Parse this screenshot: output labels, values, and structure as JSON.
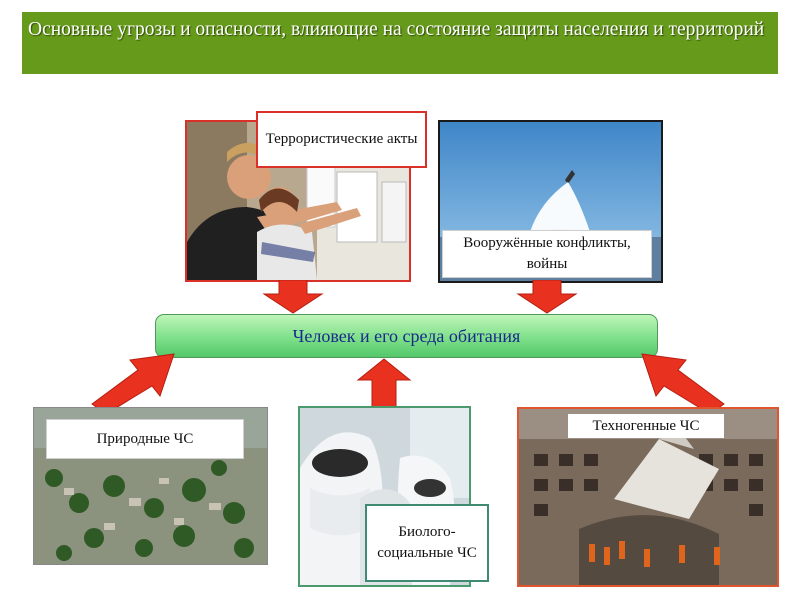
{
  "title": "Основные угрозы и опасности, влияющие на состояние защиты населения и территорий",
  "center_label": "Человек и его среда обитания",
  "threats": {
    "terror": {
      "label": "Террористические акты"
    },
    "war": {
      "label": "Вооружённые конфликты, войны"
    },
    "natural": {
      "label": "Природные  ЧС"
    },
    "bio": {
      "label": "Биолого-социальные ЧС"
    },
    "techno": {
      "label": "Техногенные ЧС"
    }
  },
  "colors": {
    "banner": "#669a1a",
    "arrow_red": "#e8321f",
    "center_bar": "#7ee08a",
    "center_text": "#1a2a8c"
  }
}
